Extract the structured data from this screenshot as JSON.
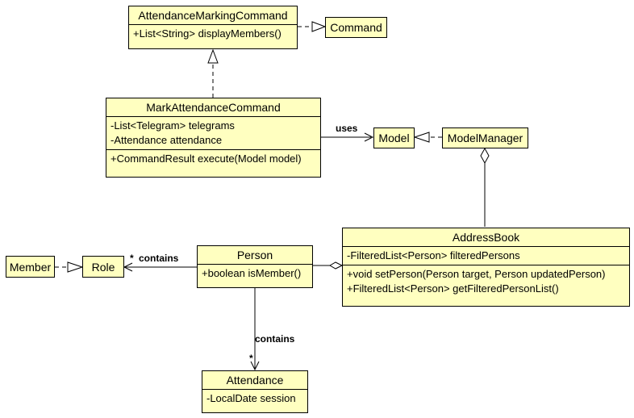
{
  "classes": {
    "attendance_marking_command": {
      "name": "AttendanceMarkingCommand",
      "methods": [
        "+List<String> displayMembers()"
      ]
    },
    "command": {
      "name": "Command"
    },
    "mark_attendance_command": {
      "name": "MarkAttendanceCommand",
      "attributes": [
        "-List<Telegram> telegrams",
        "-Attendance attendance"
      ],
      "methods": [
        "+CommandResult execute(Model model)"
      ]
    },
    "model": {
      "name": "Model"
    },
    "model_manager": {
      "name": "ModelManager"
    },
    "address_book": {
      "name": "AddressBook",
      "attributes": [
        "-FilteredList<Person> filteredPersons"
      ],
      "methods": [
        "+void setPerson(Person target, Person updatedPerson)",
        "+FilteredList<Person> getFilteredPersonList()"
      ]
    },
    "person": {
      "name": "Person",
      "methods": [
        "+boolean isMember()"
      ]
    },
    "role": {
      "name": "Role"
    },
    "member": {
      "name": "Member"
    },
    "attendance": {
      "name": "Attendance",
      "attributes": [
        "-LocalDate session"
      ]
    }
  },
  "relations": {
    "uses_label": "uses",
    "person_role_label": "contains",
    "person_role_multiplicity": "*",
    "person_attendance_label": "contains",
    "person_attendance_multiplicity": "*"
  }
}
